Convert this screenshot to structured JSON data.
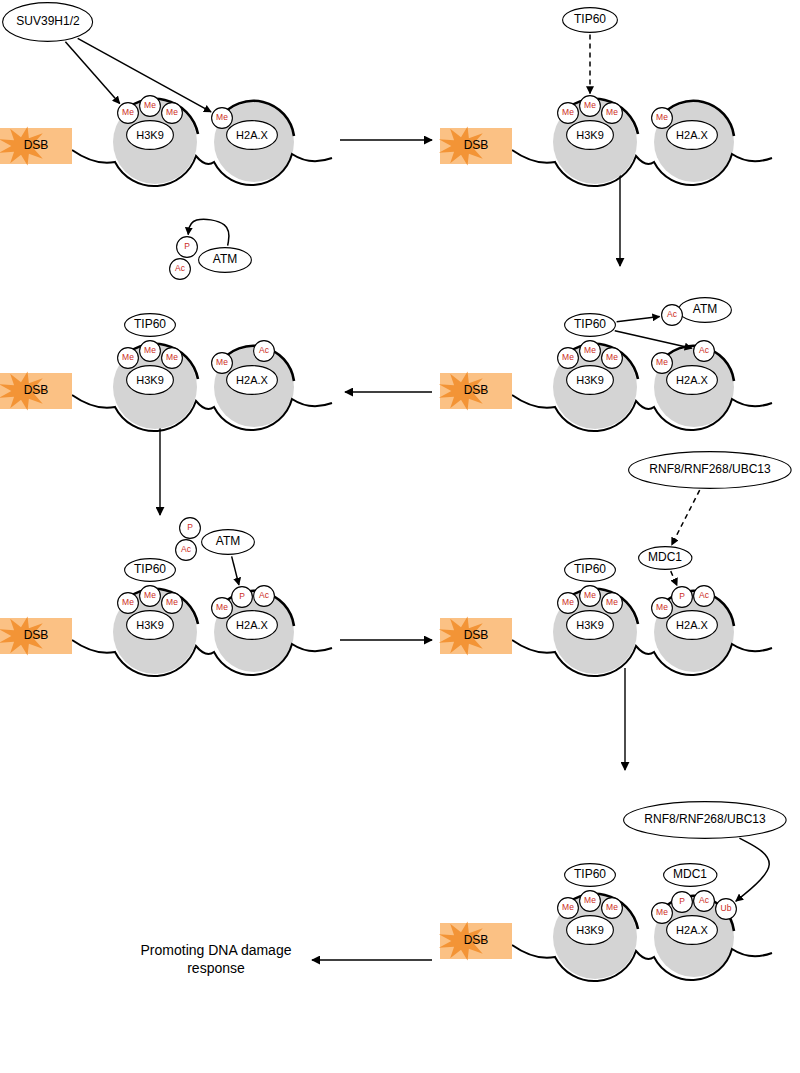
{
  "diagram": {
    "nodes": [
      {
        "text": [
          "SUV39H1/2"
        ]
      },
      {
        "text": [
          "DSB"
        ]
      },
      {
        "text": [
          "H3K9"
        ]
      },
      {
        "text": [
          "Me"
        ]
      },
      {
        "text": [
          "Me"
        ]
      },
      {
        "text": [
          "Me"
        ]
      },
      {
        "text": [
          "H2A.X"
        ]
      },
      {
        "text": [
          "Me"
        ]
      },
      {
        "text": [
          "TIP60"
        ]
      },
      {
        "text": [
          "DSB"
        ]
      },
      {
        "text": [
          "H3K9"
        ]
      },
      {
        "text": [
          "Me"
        ]
      },
      {
        "text": [
          "Me"
        ]
      },
      {
        "text": [
          "Me"
        ]
      },
      {
        "text": [
          "H2A.X"
        ]
      },
      {
        "text": [
          "Me"
        ]
      },
      {
        "text": [
          "ATM"
        ]
      },
      {
        "text": [
          "Ac"
        ]
      },
      {
        "text": [
          "DSB"
        ]
      },
      {
        "text": [
          "TIP60"
        ]
      },
      {
        "text": [
          "H3K9"
        ]
      },
      {
        "text": [
          "Me"
        ]
      },
      {
        "text": [
          "Me"
        ]
      },
      {
        "text": [
          "Me"
        ]
      },
      {
        "text": [
          "H2A.X"
        ]
      },
      {
        "text": [
          "Me"
        ]
      },
      {
        "text": [
          "Ac"
        ]
      },
      {
        "text": [
          "ATM"
        ]
      },
      {
        "text": [
          "P"
        ]
      },
      {
        "text": [
          "Ac"
        ]
      },
      {
        "text": [
          "DSB"
        ]
      },
      {
        "text": [
          "TIP60"
        ]
      },
      {
        "text": [
          "H3K9"
        ]
      },
      {
        "text": [
          "Me"
        ]
      },
      {
        "text": [
          "Me"
        ]
      },
      {
        "text": [
          "Me"
        ]
      },
      {
        "text": [
          "H2A.X"
        ]
      },
      {
        "text": [
          "Me"
        ]
      },
      {
        "text": [
          "Ac"
        ]
      },
      {
        "text": [
          "ATM"
        ]
      },
      {
        "text": [
          "P"
        ]
      },
      {
        "text": [
          "Ac"
        ]
      },
      {
        "text": [
          "DSB"
        ]
      },
      {
        "text": [
          "TIP60"
        ]
      },
      {
        "text": [
          "H3K9"
        ]
      },
      {
        "text": [
          "Me"
        ]
      },
      {
        "text": [
          "Me"
        ]
      },
      {
        "text": [
          "Me"
        ]
      },
      {
        "text": [
          "H2A.X"
        ]
      },
      {
        "text": [
          "Me"
        ]
      },
      {
        "text": [
          "P"
        ]
      },
      {
        "text": [
          "Ac"
        ]
      },
      {
        "text": [
          "RNF8/RNF268/UBC13"
        ]
      },
      {
        "text": [
          "MDC1"
        ]
      },
      {
        "text": [
          "DSB"
        ]
      },
      {
        "text": [
          "TIP60"
        ]
      },
      {
        "text": [
          "H3K9"
        ]
      },
      {
        "text": [
          "Me"
        ]
      },
      {
        "text": [
          "Me"
        ]
      },
      {
        "text": [
          "Me"
        ]
      },
      {
        "text": [
          "H2A.X"
        ]
      },
      {
        "text": [
          "Me"
        ]
      },
      {
        "text": [
          "P"
        ]
      },
      {
        "text": [
          "Ac"
        ]
      },
      {
        "text": [
          "RNF8/RNF268/UBC13"
        ]
      },
      {
        "text": [
          "DSB"
        ]
      },
      {
        "text": [
          "TIP60"
        ]
      },
      {
        "text": [
          "H3K9"
        ]
      },
      {
        "text": [
          "Me"
        ]
      },
      {
        "text": [
          "Me"
        ]
      },
      {
        "text": [
          "Me"
        ]
      },
      {
        "text": [
          "MDC1"
        ]
      },
      {
        "text": [
          "H2A.X"
        ]
      },
      {
        "text": [
          "Me"
        ]
      },
      {
        "text": [
          "P"
        ]
      },
      {
        "text": [
          "Ac"
        ]
      },
      {
        "text": [
          "Ub"
        ]
      }
    ],
    "edges": [
      {
        "from": 0,
        "to": 3,
        "arrow": "to"
      },
      {
        "from": 0,
        "to": 7,
        "arrow": "to"
      },
      {
        "from": 8,
        "to": 12,
        "arrow": "to"
      },
      {
        "from": 19,
        "to": 17,
        "arrow": "to"
      },
      {
        "from": 19,
        "to": 26,
        "arrow": "to"
      },
      {
        "from": 27,
        "to": 28,
        "arrow": "to"
      },
      {
        "from": 39,
        "to": 50,
        "arrow": "to"
      },
      {
        "from": 52,
        "to": 53,
        "arrow": "to"
      },
      {
        "from": 53,
        "to": 62,
        "arrow": "to"
      },
      {
        "from": 64,
        "to": 76,
        "arrow": "to"
      }
    ],
    "labels": [
      "Promoting DNA damage response"
    ]
  }
}
